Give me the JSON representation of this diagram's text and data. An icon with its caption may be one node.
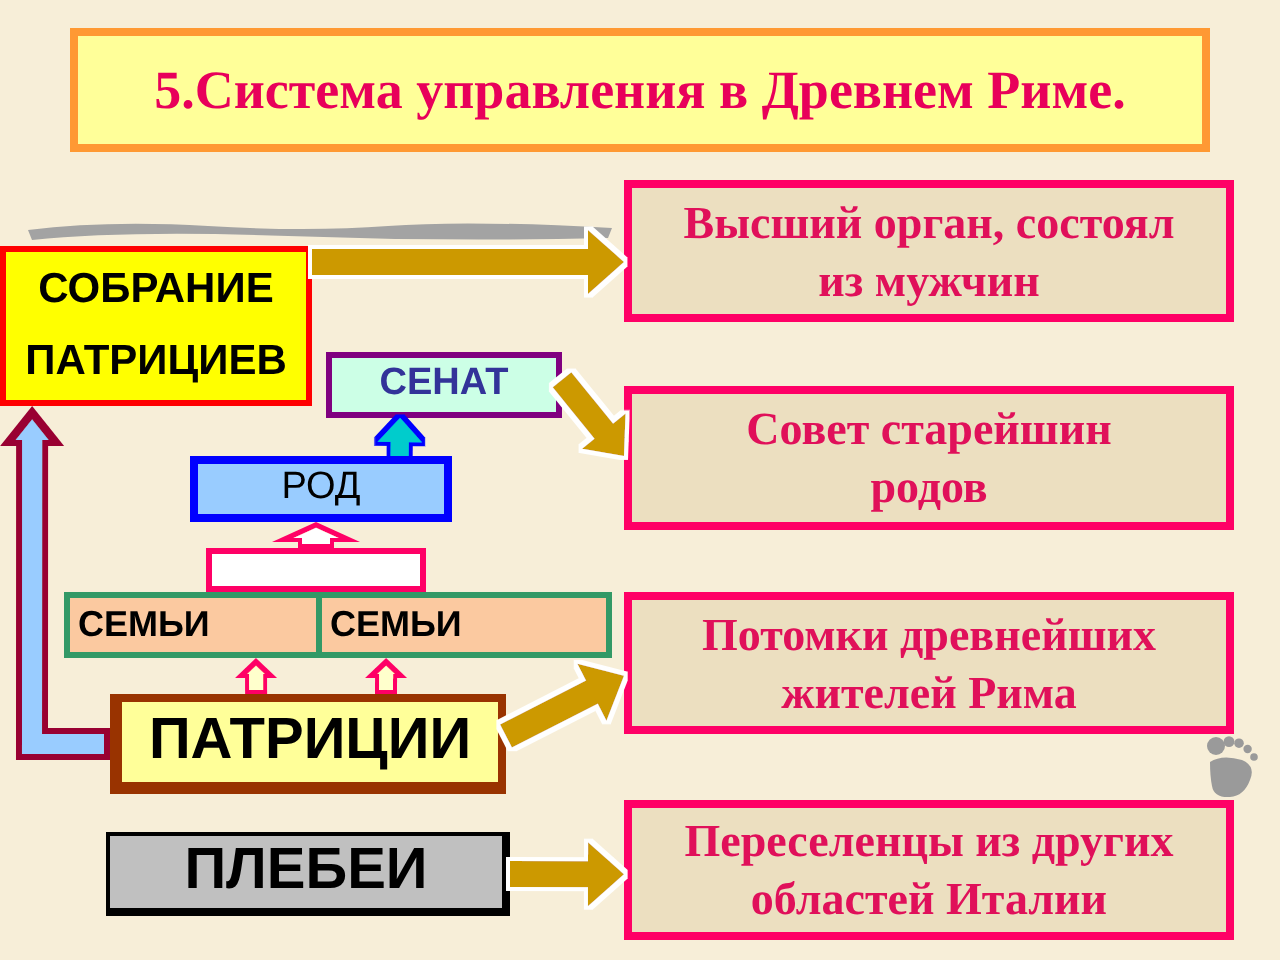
{
  "diagram": {
    "title": "5.Система управления в Древнем Риме.",
    "nodes": [
      {
        "text": [
          "СОБРАНИЕ ПАТРИЦИЕВ"
        ]
      },
      {
        "text": [
          "СЕНАТ"
        ]
      },
      {
        "text": [
          "РОД"
        ]
      },
      {
        "text": [],
        "shape": "box"
      },
      {
        "text": [
          "СЕМЬИ"
        ]
      },
      {
        "text": [
          "СЕМЬИ"
        ]
      },
      {
        "text": [
          "ПАТРИЦИИ"
        ]
      },
      {
        "text": [
          "ПЛЕБЕИ"
        ]
      },
      {
        "text": [
          "Высший орган, состоял из мужчин"
        ]
      },
      {
        "text": [
          "Совет старейшин родов"
        ]
      },
      {
        "text": [
          "Потомки древнейших жителей Рима"
        ]
      },
      {
        "text": [
          "Переселенцы из других областей Италии"
        ]
      }
    ],
    "edges": [
      {
        "from": 6,
        "to": 0,
        "arrow": "to",
        "color": "#990033"
      },
      {
        "from": 2,
        "to": 1,
        "arrow": "to",
        "color": "#00cccc"
      },
      {
        "from": 3,
        "to": 2,
        "arrow": "to",
        "color": "#ff0066"
      },
      {
        "from": 6,
        "to": 4,
        "arrow": "to",
        "color": "#ff0066"
      },
      {
        "from": 6,
        "to": 5,
        "arrow": "to",
        "color": "#ff0066"
      },
      {
        "from": 0,
        "to": 8,
        "arrow": "to"
      },
      {
        "from": 1,
        "to": 9,
        "arrow": "to"
      },
      {
        "from": 6,
        "to": 10,
        "arrow": "to"
      },
      {
        "from": 7,
        "to": 11,
        "arrow": "to"
      }
    ]
  }
}
